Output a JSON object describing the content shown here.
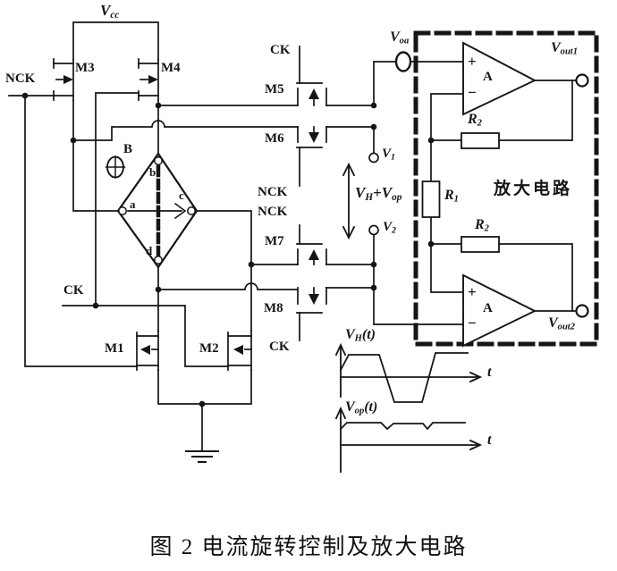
{
  "figure": {
    "caption": "图 2  电流旋转控制及放大电路"
  },
  "colors": {
    "ink": "#151515",
    "background": "#ffffff"
  },
  "labels": {
    "vcc": {
      "base": "V",
      "sub": "cc"
    },
    "nck_top": "NCK",
    "ck_left": "CK",
    "ck_top": "CK",
    "nck_mid_upper": "NCK",
    "nck_mid_lower": "NCK",
    "ck_mid_bottom": "CK",
    "m1": "M1",
    "m2": "M2",
    "m3": "M3",
    "m4": "M4",
    "m5": "M5",
    "m6": "M6",
    "m7": "M7",
    "m8": "M8",
    "field": "B",
    "node_a": "a",
    "node_b": "b",
    "node_c": "c",
    "node_d": "d",
    "voa": {
      "base": "V",
      "sub": "oa"
    },
    "v1": {
      "base": "V",
      "sub": "1"
    },
    "v2": {
      "base": "V",
      "sub": "2"
    },
    "vh_plus_vop": {
      "base1": "V",
      "sub1": "H",
      "plus": "+",
      "base2": "V",
      "sub2": "op"
    },
    "amp_box": "放大电路",
    "opamp_top": {
      "plus": "+",
      "minus": "−",
      "gain": "A"
    },
    "opamp_bottom": {
      "plus": "+",
      "minus": "−",
      "gain": "A"
    },
    "r1": {
      "base": "R",
      "sub": "1"
    },
    "r2_top": {
      "base": "R",
      "sub": "2"
    },
    "r2_bottom": {
      "base": "R",
      "sub": "2"
    },
    "vout1": {
      "base": "V",
      "sub": "out1"
    },
    "vout2": {
      "base": "V",
      "sub": "out2"
    },
    "wave_vh": {
      "base": "V",
      "sub": "H",
      "args": "(t)"
    },
    "wave_vop": {
      "base": "V",
      "sub": "op",
      "args": "(t)"
    },
    "t_axis_vh": "t",
    "t_axis_vop": "t"
  }
}
